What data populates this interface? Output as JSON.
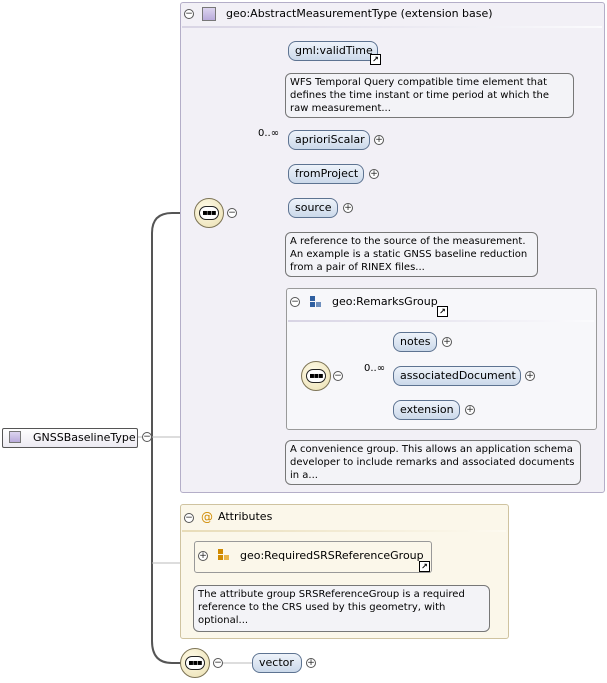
{
  "root": {
    "label": "GNSSBaselineType",
    "toggle": "−"
  },
  "extension": {
    "title": "geo:AbstractMeasurementType (extension base)",
    "toggle": "−",
    "sequence_toggle": "−",
    "elements": [
      {
        "label": "gml:validTime",
        "cardinality": "",
        "expand": "",
        "link": "↗",
        "annotation": "WFS Temporal Query compatible time element that defines the time instant or time period at which the raw measurement..."
      },
      {
        "label": "aprioriScalar",
        "cardinality": "0..∞",
        "expand": "+",
        "link": "",
        "annotation": ""
      },
      {
        "label": "fromProject",
        "cardinality": "",
        "expand": "+",
        "link": "",
        "annotation": ""
      },
      {
        "label": "source",
        "cardinality": "",
        "expand": "+",
        "link": "",
        "annotation": "A reference to the source of the measurement. An example is a static GNSS baseline reduction from a pair of RINEX files..."
      }
    ],
    "remarks_group": {
      "title": "geo:RemarksGroup",
      "toggle": "−",
      "link": "↗",
      "sequence_toggle": "−",
      "elements": [
        {
          "label": "notes",
          "cardinality": "",
          "expand": "+"
        },
        {
          "label": "associatedDocument",
          "cardinality": "0..∞",
          "expand": "+"
        },
        {
          "label": "extension",
          "cardinality": "",
          "expand": "+"
        }
      ],
      "annotation": "A convenience group. This allows an application schema developer to include remarks and associated documents in a..."
    }
  },
  "attributes": {
    "title": "Attributes",
    "toggle": "−",
    "at_symbol": "@",
    "group": {
      "label": "geo:RequiredSRSReferenceGroup",
      "toggle": "+",
      "link": "↗"
    },
    "annotation": "The attribute group SRSReferenceGroup is a required reference to the CRS used by this geometry, with optional..."
  },
  "vector_sequence": {
    "toggle": "−",
    "element": {
      "label": "vector",
      "expand": "+"
    }
  },
  "colors": {
    "extension_bg": "#f2f0f6",
    "attributes_bg": "#fbf7ea",
    "element_border": "#5d7391",
    "connector": "#555555"
  }
}
